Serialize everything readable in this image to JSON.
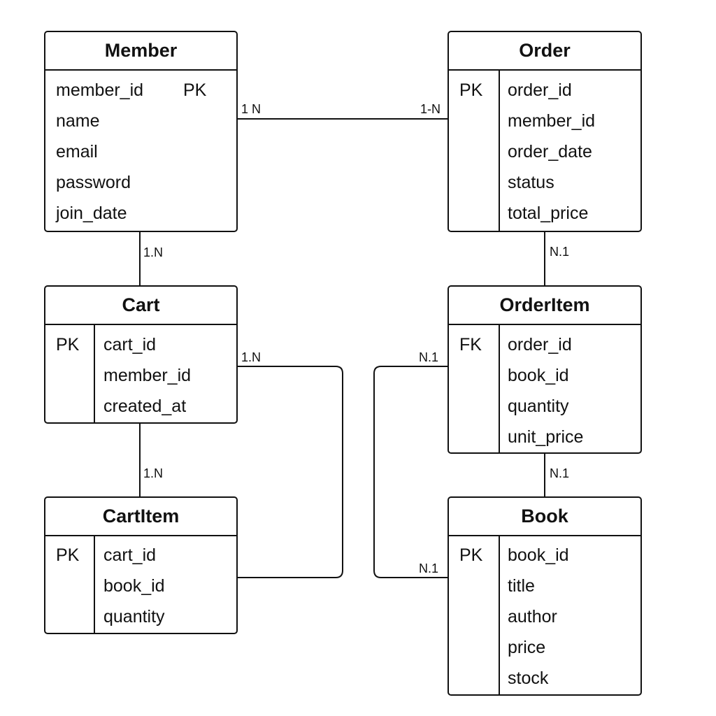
{
  "entities": {
    "member": {
      "title": "Member",
      "fields": [
        {
          "key": "PK",
          "name": "member_id"
        },
        {
          "key": "",
          "name": "name"
        },
        {
          "key": "",
          "name": "email"
        },
        {
          "key": "",
          "name": "password"
        },
        {
          "key": "",
          "name": "join_date"
        }
      ]
    },
    "order": {
      "title": "Order",
      "fields": [
        {
          "key": "PK",
          "name": "order_id"
        },
        {
          "key": "",
          "name": "member_id"
        },
        {
          "key": "",
          "name": "order_date"
        },
        {
          "key": "",
          "name": "status"
        },
        {
          "key": "",
          "name": "total_price"
        }
      ]
    },
    "cart": {
      "title": "Cart",
      "fields": [
        {
          "key": "PK",
          "name": "cart_id"
        },
        {
          "key": "",
          "name": "member_id"
        },
        {
          "key": "",
          "name": "created_at"
        }
      ]
    },
    "orderitem": {
      "title": "OrderItem",
      "fields": [
        {
          "key": "FK",
          "name": "order_id"
        },
        {
          "key": "",
          "name": "book_id"
        },
        {
          "key": "",
          "name": "quantity"
        },
        {
          "key": "",
          "name": "unit_price"
        }
      ]
    },
    "cartitem": {
      "title": "CartItem",
      "fields": [
        {
          "key": "PK",
          "name": "cart_id"
        },
        {
          "key": "",
          "name": "book_id"
        },
        {
          "key": "",
          "name": "quantity"
        }
      ]
    },
    "book": {
      "title": "Book",
      "fields": [
        {
          "key": "PK",
          "name": "book_id"
        },
        {
          "key": "",
          "name": "title"
        },
        {
          "key": "",
          "name": "author"
        },
        {
          "key": "",
          "name": "price"
        },
        {
          "key": "",
          "name": "stock"
        }
      ]
    }
  },
  "relationships": {
    "member_order_left": "1 N",
    "member_order_right": "1-N",
    "member_cart": "1.N",
    "order_orderitem": "N.1",
    "cart_cartitem": "1.N",
    "orderitem_book": "N.1",
    "cart_book_link": "1.N",
    "orderitem_loop_top": "N.1",
    "book_loop_bottom": "N.1"
  }
}
